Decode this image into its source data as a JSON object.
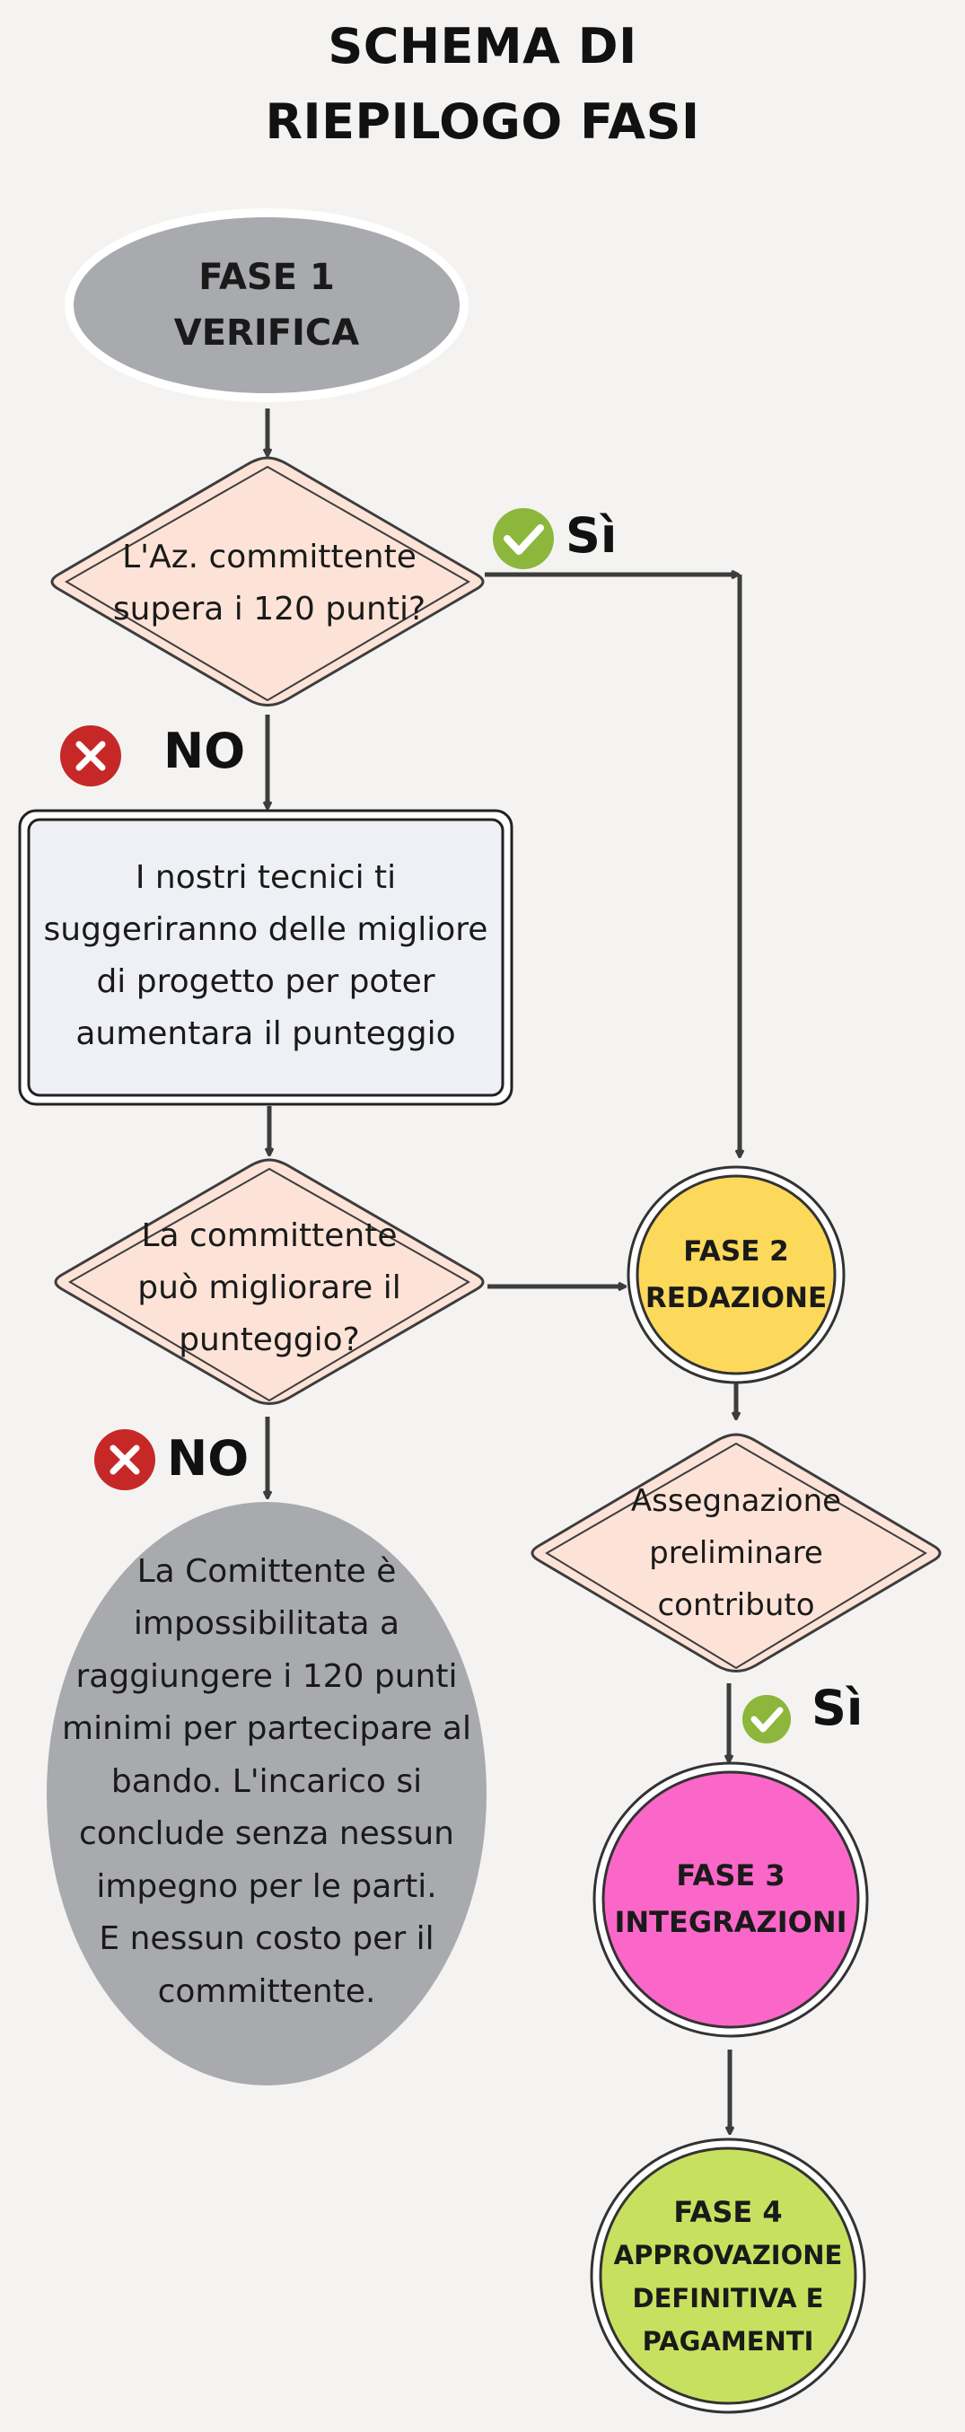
{
  "title": {
    "line1": "SCHEMA DI",
    "line2": "RIEPILOGO FASI"
  },
  "phase1": {
    "line1": "FASE 1",
    "line2": "VERIFICA"
  },
  "decision1": {
    "line1": "L'Az. committente",
    "line2": "supera i 120 punti?"
  },
  "yes1": "Sì",
  "no1": "NO",
  "tech_box": {
    "line1": "I nostri tecnici  ti",
    "line2": "suggeriranno delle migliore",
    "line3": "di progetto per poter",
    "line4": "aumentara il punteggio"
  },
  "decision2": {
    "line1": "La committente",
    "line2": "può migliorare il",
    "line3": "punteggio?"
  },
  "no2": "NO",
  "end_note": {
    "line1": "La Comittente è",
    "line2": "impossibilitata a",
    "line3": "raggiungere i 120 punti",
    "line4": "minimi per partecipare al",
    "line5": "bando. L'incarico si",
    "line6": "conclude senza nessun",
    "line7": "impegno per le parti.",
    "line8": "E nessun costo per il",
    "line9": "committente."
  },
  "phase2": {
    "line1": "FASE 2",
    "line2": "REDAZIONE"
  },
  "decision3": {
    "line1": "Assegnazione",
    "line2": "preliminare",
    "line3": "contributo"
  },
  "yes2": "Sì",
  "phase3": {
    "line1": "FASE 3",
    "line2": "INTEGRAZIONI"
  },
  "phase4": {
    "line1": "FASE 4",
    "line2": "APPROVAZIONE",
    "line3": "DEFINITIVA E",
    "line4": "PAGAMENTI"
  },
  "colors": {
    "background": "#f4f3f1",
    "grey_node": "#a8aaae",
    "decision_fill": "#fde3d7",
    "box_fill": "#eef0f5",
    "phase2": "#fcd95a",
    "phase3": "#fb67c8",
    "phase4": "#c8e05f",
    "check_green": "#8cb73c",
    "cross_red": "#c62828",
    "arrow": "#3d3d3d"
  }
}
